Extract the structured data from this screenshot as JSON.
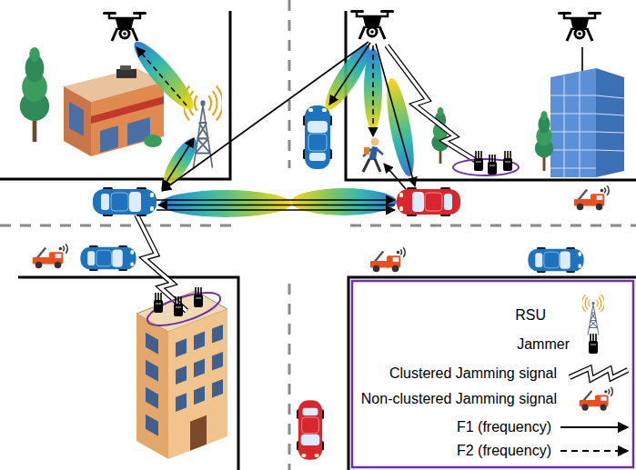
{
  "diagram": {
    "legend": [
      {
        "text": "RSU"
      },
      {
        "text": "Jammer"
      },
      {
        "text": "Clustered Jamming signal"
      },
      {
        "text": "Non-clustered Jamming signal"
      },
      {
        "text": "F1 (frequency)"
      },
      {
        "text": "F2 (frequency)"
      }
    ]
  }
}
